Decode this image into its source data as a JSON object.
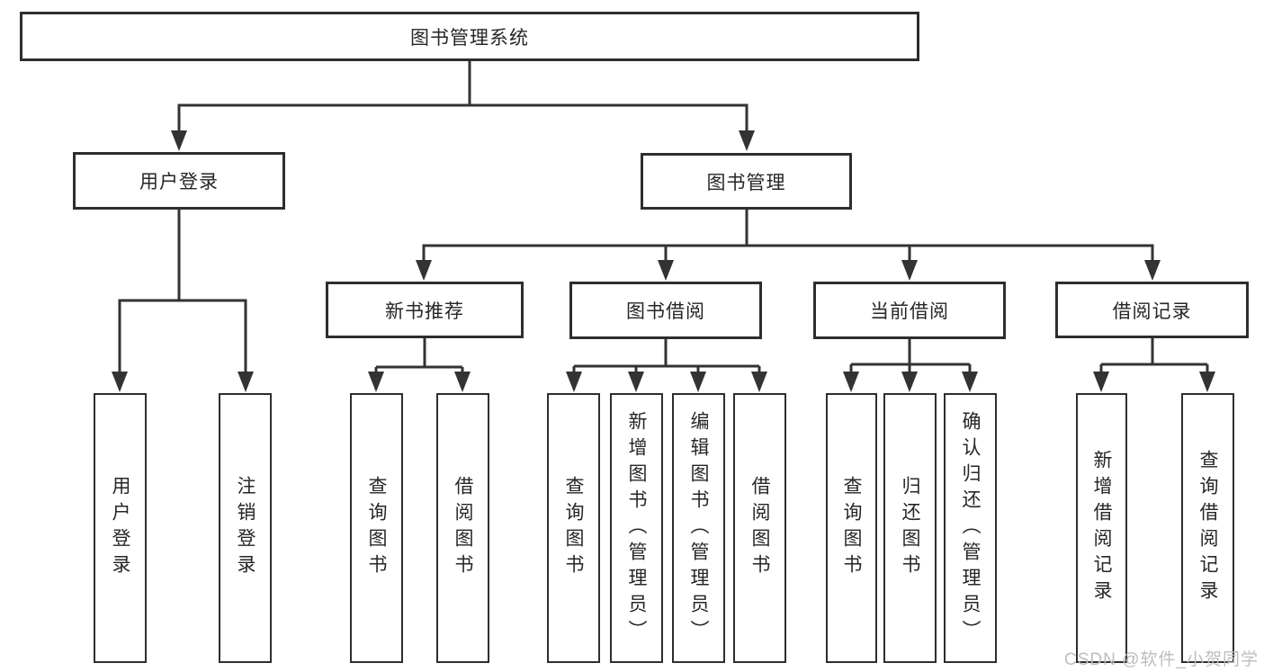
{
  "diagram": {
    "root": {
      "label": "图书管理系统"
    },
    "level2": [
      {
        "label": "用户登录",
        "children": [
          {
            "label": "用户登录"
          },
          {
            "label": "注销登录"
          }
        ]
      },
      {
        "label": "图书管理",
        "children": [
          {
            "label": "新书推荐",
            "children": [
              {
                "label": "查询图书"
              },
              {
                "label": "借阅图书"
              }
            ]
          },
          {
            "label": "图书借阅",
            "children": [
              {
                "label": "查询图书"
              },
              {
                "label": "新增图书（管理员）"
              },
              {
                "label": "编辑图书（管理员）"
              },
              {
                "label": "借阅图书"
              }
            ]
          },
          {
            "label": "当前借阅",
            "children": [
              {
                "label": "查询图书"
              },
              {
                "label": "归还图书"
              },
              {
                "label": "确认归还（管理员）"
              }
            ]
          },
          {
            "label": "借阅记录",
            "children": [
              {
                "label": "新增借阅记录"
              },
              {
                "label": "查询借阅记录"
              }
            ]
          }
        ]
      }
    ]
  },
  "watermark": {
    "text": "CSDN @软件_小贺同学"
  },
  "colors": {
    "line": "#333333",
    "box_border": "#2e2e2e",
    "text": "#262626",
    "watermark": "#bdbdbd",
    "background": "#ffffff"
  }
}
